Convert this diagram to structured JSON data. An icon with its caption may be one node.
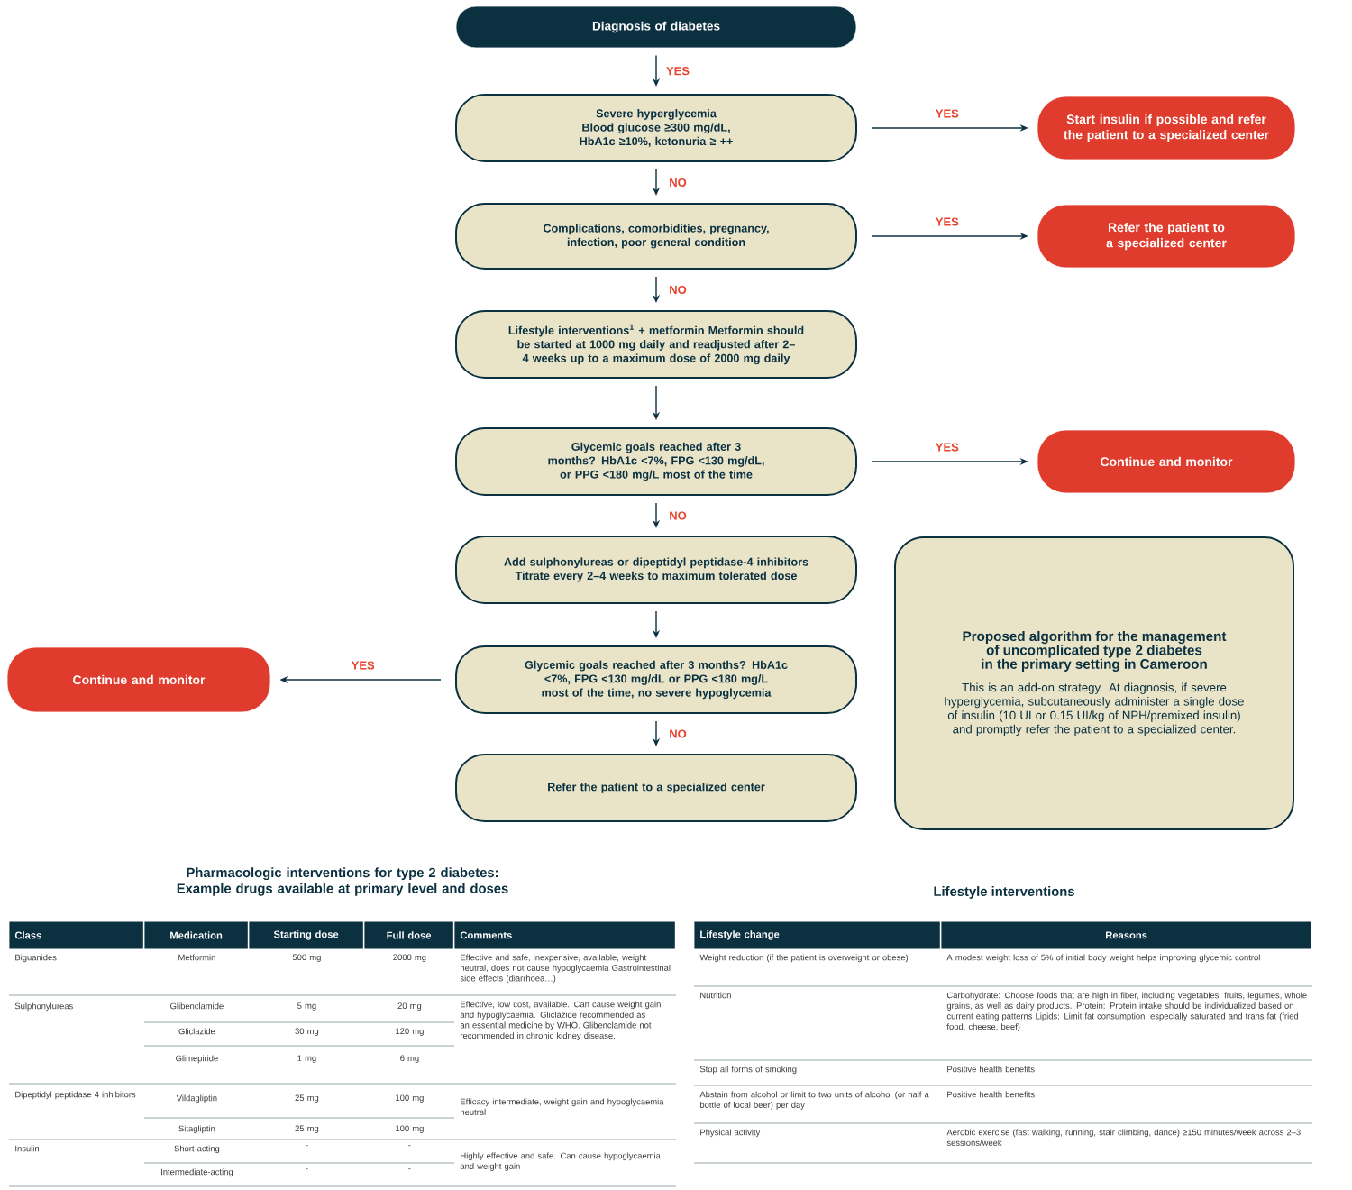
{
  "diagram": {
    "nodes": [
      {
        "text": [
          "Diagnosis of diabetes"
        ]
      },
      {
        "text": [
          "Severe hyperglycemia Blood glucose ≥300 mg/dL, HbA1c ≥10%, ketonuria ≥ ++"
        ]
      },
      {
        "text": [
          "Start insulin if possible and refer the patient to a specialized center"
        ]
      },
      {
        "text": [
          "Complications, comorbidities, pregnancy, infection, poor general condition"
        ]
      },
      {
        "text": [
          "Refer the patient to a specialized center"
        ]
      },
      {
        "text": [
          "Lifestyle interventions$^{1}$ + metformin Metformin should be started at 1000 mg daily and readjusted after 2–4 weeks up to a maximum dose of 2000 mg daily"
        ]
      },
      {
        "text": [
          "Glycemic goals reached after 3 months? HbA1c <7%, FPG <130 mg/dL, or PPG <180 mg/L most of the time"
        ]
      },
      {
        "text": [
          "Continue and monitor"
        ]
      },
      {
        "text": [
          "Add sulphonylureas or dipeptidyl peptidase-4 inhibitors Titrate every 2–4 weeks to maximum tolerated dose"
        ]
      },
      {
        "text": [
          "Proposed algorithm for the management of uncomplicated type 2 diabetes in the primary setting in Cameroon",
          "This is an add-on strategy. At diagnosis, if severe hyperglycemia, subcutaneously administer a single dose of insulin (10 UI or 0.15 UI/kg of NPH/premixed insulin) and promptly refer the patient to a specialized center."
        ]
      },
      {
        "text": [
          "Glycemic goals reached after 3 months? HbA1c <7%, FPG <130 mg/dL or PPG <180 mg/L most of the time, no severe hypoglycemia"
        ]
      },
      {
        "text": [
          "Continue and monitor"
        ]
      },
      {
        "text": [
          "Refer the patient to a specialized center"
        ]
      }
    ],
    "edges": [
      {
        "from": 0,
        "to": 1,
        "arrow": "to",
        "label": "YES"
      },
      {
        "from": 1,
        "to": 2,
        "arrow": "to",
        "label": "YES"
      },
      {
        "from": 1,
        "to": 3,
        "arrow": "to",
        "label": "NO"
      },
      {
        "from": 3,
        "to": 4,
        "arrow": "to",
        "label": "YES"
      },
      {
        "from": 3,
        "to": 5,
        "arrow": "to",
        "label": "NO"
      },
      {
        "from": 5,
        "to": 6,
        "arrow": "to"
      },
      {
        "from": 6,
        "to": 7,
        "arrow": "to",
        "label": "YES"
      },
      {
        "from": 6,
        "to": 8,
        "arrow": "to",
        "label": "NO"
      },
      {
        "from": 8,
        "to": 10,
        "arrow": "to"
      },
      {
        "from": 10,
        "to": 11,
        "arrow": "to",
        "label": "YES"
      },
      {
        "from": 10,
        "to": 12,
        "arrow": "to",
        "label": "NO"
      }
    ],
    "labels": [
      "Pharmacologic interventions for type 2 diabetes: Example drugs available at primary level and doses",
      "Class",
      "Medication",
      "Starting dose",
      "Full dose",
      "Comments",
      "Biguanides",
      "Metformin",
      "500 mg",
      "2000 mg",
      "Effective and safe, inexpensive, available, weight neutral, does not cause hypoglycaemia Gastrointestinal side effects (diarrhoea…)",
      "Sulphonylureas",
      "Glibenclamide",
      "5 mg",
      "20 mg",
      "Effective, low cost, available. Can cause weight gain and hypoglycaemia. Gliclazide recommended as an essential medicine by WHO. Glibenclamide not recommended in chronic kidney disease.",
      "Gliclazide",
      "30 mg",
      "120 mg",
      "Glimepiride",
      "1 mg",
      "6 mg",
      "Dipeptidyl peptidase 4 inhibitors",
      "Vildagliptin",
      "25 mg",
      "100 mg",
      "Efficacy intermediate, weight gain and hypoglycaemia neutral",
      "Sitagliptin",
      "25 mg",
      "100 mg",
      "Insulin",
      "Short-acting",
      "-",
      "-",
      "Highly effective and safe. Can cause hypoglycaemia and weight gain",
      "Intermediate-acting",
      "-",
      "-",
      "Lifestyle interventions",
      "Lifestyle change",
      "Reasons",
      "Weight reduction (if the patient is overweight or obese)",
      "A modest weight loss of 5% of initial body weight helps improving glycemic control",
      "Nutrition",
      "Carbohydrate: Choose foods that are high in fiber, including vegetables, fruits, legumes, whole grains, as well as dairy products. Protein: Protein intake should be individualized based on current eating patterns Lipids: Limit fat consumption, especially saturated and trans fat (fried food, cheese, beef)",
      "Stop all forms of smoking",
      "Positive health benefits",
      "Abstain from alcohol or limit to two units of alcohol (or half a bottle of local beer) per day",
      "Positive health benefits",
      "Physical activity",
      "Aerobic exercise (fast walking, running, stair climbing, dance) ≥150 minutes/week across 2–3 sessions/week"
    ]
  }
}
